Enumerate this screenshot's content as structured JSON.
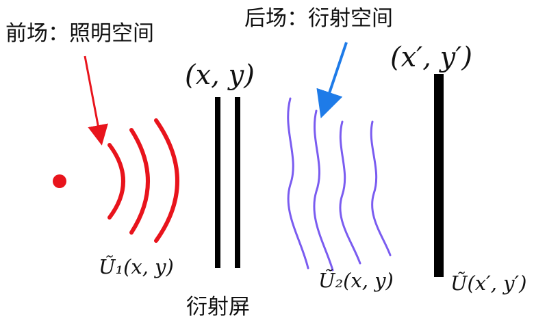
{
  "labels": {
    "front_field": "前场：照明空间",
    "back_field": "后场：衍射空间",
    "screen": "衍射屏",
    "screen_coords": "(x, y)",
    "observation_coords": "(x′, y′)",
    "u1": "Ũ₁(x, y)",
    "u2": "Ũ₂(x, y)",
    "u": "Ũ(x′, y′)"
  },
  "colors": {
    "source": "#e8141c",
    "front_waves": "#e8141c",
    "front_arrow": "#e8141c",
    "back_waves": "#7a5cf0",
    "back_arrow": "#1e7be8",
    "screen": "#000000",
    "text": "#111111"
  },
  "icons": {
    "source": "point-source-dot",
    "front_arrow": "red-arrow",
    "back_arrow": "blue-arrow"
  }
}
